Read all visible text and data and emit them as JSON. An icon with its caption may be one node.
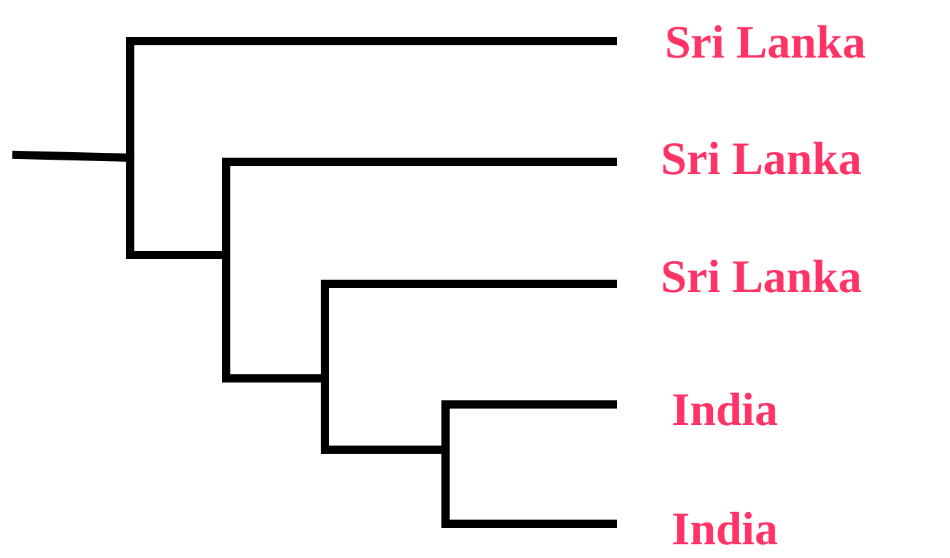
{
  "diagram": {
    "labels": [
      "Sri Lanka",
      "Sri Lanka",
      "Sri Lanka",
      "India",
      "India"
    ]
  }
}
